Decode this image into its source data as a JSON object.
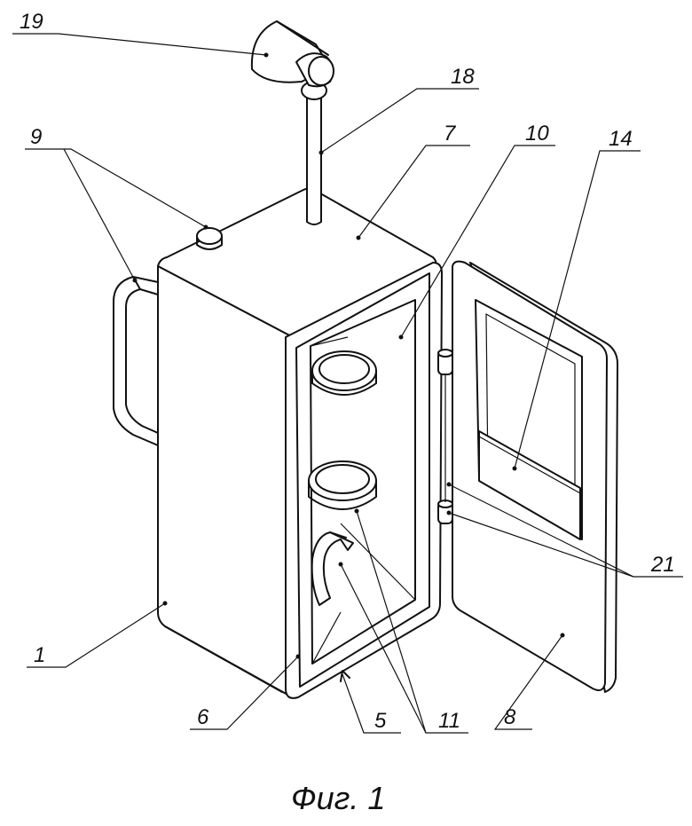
{
  "caption": "Фиг. 1",
  "labels": {
    "l1": "1",
    "l5": "5",
    "l6": "6",
    "l7": "7",
    "l8": "8",
    "l9": "9",
    "l10": "10",
    "l11": "11",
    "l14": "14",
    "l18": "18",
    "l19": "19",
    "l21": "21"
  }
}
